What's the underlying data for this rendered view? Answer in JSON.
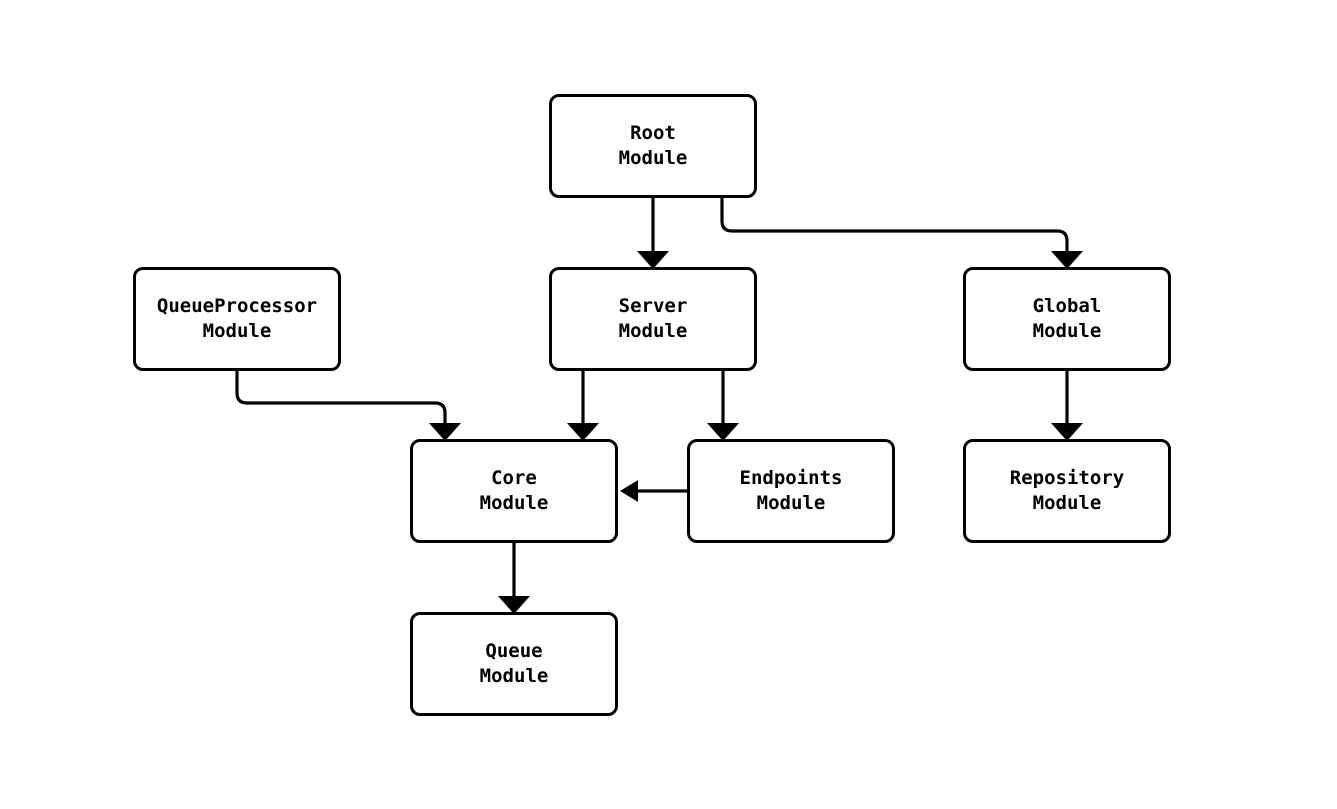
{
  "diagram": {
    "type": "flowchart",
    "colors": {
      "background": "#ffffff",
      "node_fill": "#ffffff",
      "node_stroke": "#000000",
      "edge_line": "#000000",
      "text": "#000000"
    },
    "nodes": {
      "root": {
        "line1": "Root",
        "line2": "Module"
      },
      "queueprocessor": {
        "line1": "QueueProcessor",
        "line2": "Module"
      },
      "server": {
        "line1": "Server",
        "line2": "Module"
      },
      "global": {
        "line1": "Global",
        "line2": "Module"
      },
      "core": {
        "line1": "Core",
        "line2": "Module"
      },
      "endpoints": {
        "line1": "Endpoints",
        "line2": "Module"
      },
      "repository": {
        "line1": "Repository",
        "line2": "Module"
      },
      "queue": {
        "line1": "Queue",
        "line2": "Module"
      }
    },
    "edges": [
      {
        "from": "Root Module",
        "to": "Server Module"
      },
      {
        "from": "Root Module",
        "to": "Global Module"
      },
      {
        "from": "QueueProcessor Module",
        "to": "Core Module"
      },
      {
        "from": "Server Module",
        "to": "Core Module"
      },
      {
        "from": "Server Module",
        "to": "Endpoints Module"
      },
      {
        "from": "Global Module",
        "to": "Repository Module"
      },
      {
        "from": "Endpoints Module",
        "to": "Core Module"
      },
      {
        "from": "Core Module",
        "to": "Queue Module"
      }
    ]
  }
}
